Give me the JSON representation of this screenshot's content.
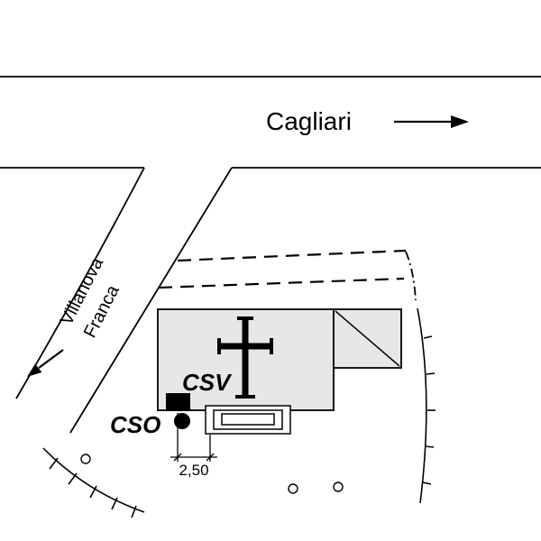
{
  "labels": {
    "cagliari": "Cagliari",
    "villanova_line1": "Villanova",
    "villanova_line2": "Franca",
    "csv": "CSV",
    "cso": "CSO",
    "dimension": "2,50"
  },
  "colors": {
    "line": "#000000",
    "building_fill": "#e7e7e7",
    "background": "#ffffff"
  },
  "icons": {
    "church_cross": "latin-cross-icon",
    "cagliari_arrow": "arrow-right-icon",
    "villanova_arrow": "arrow-down-left-icon"
  }
}
